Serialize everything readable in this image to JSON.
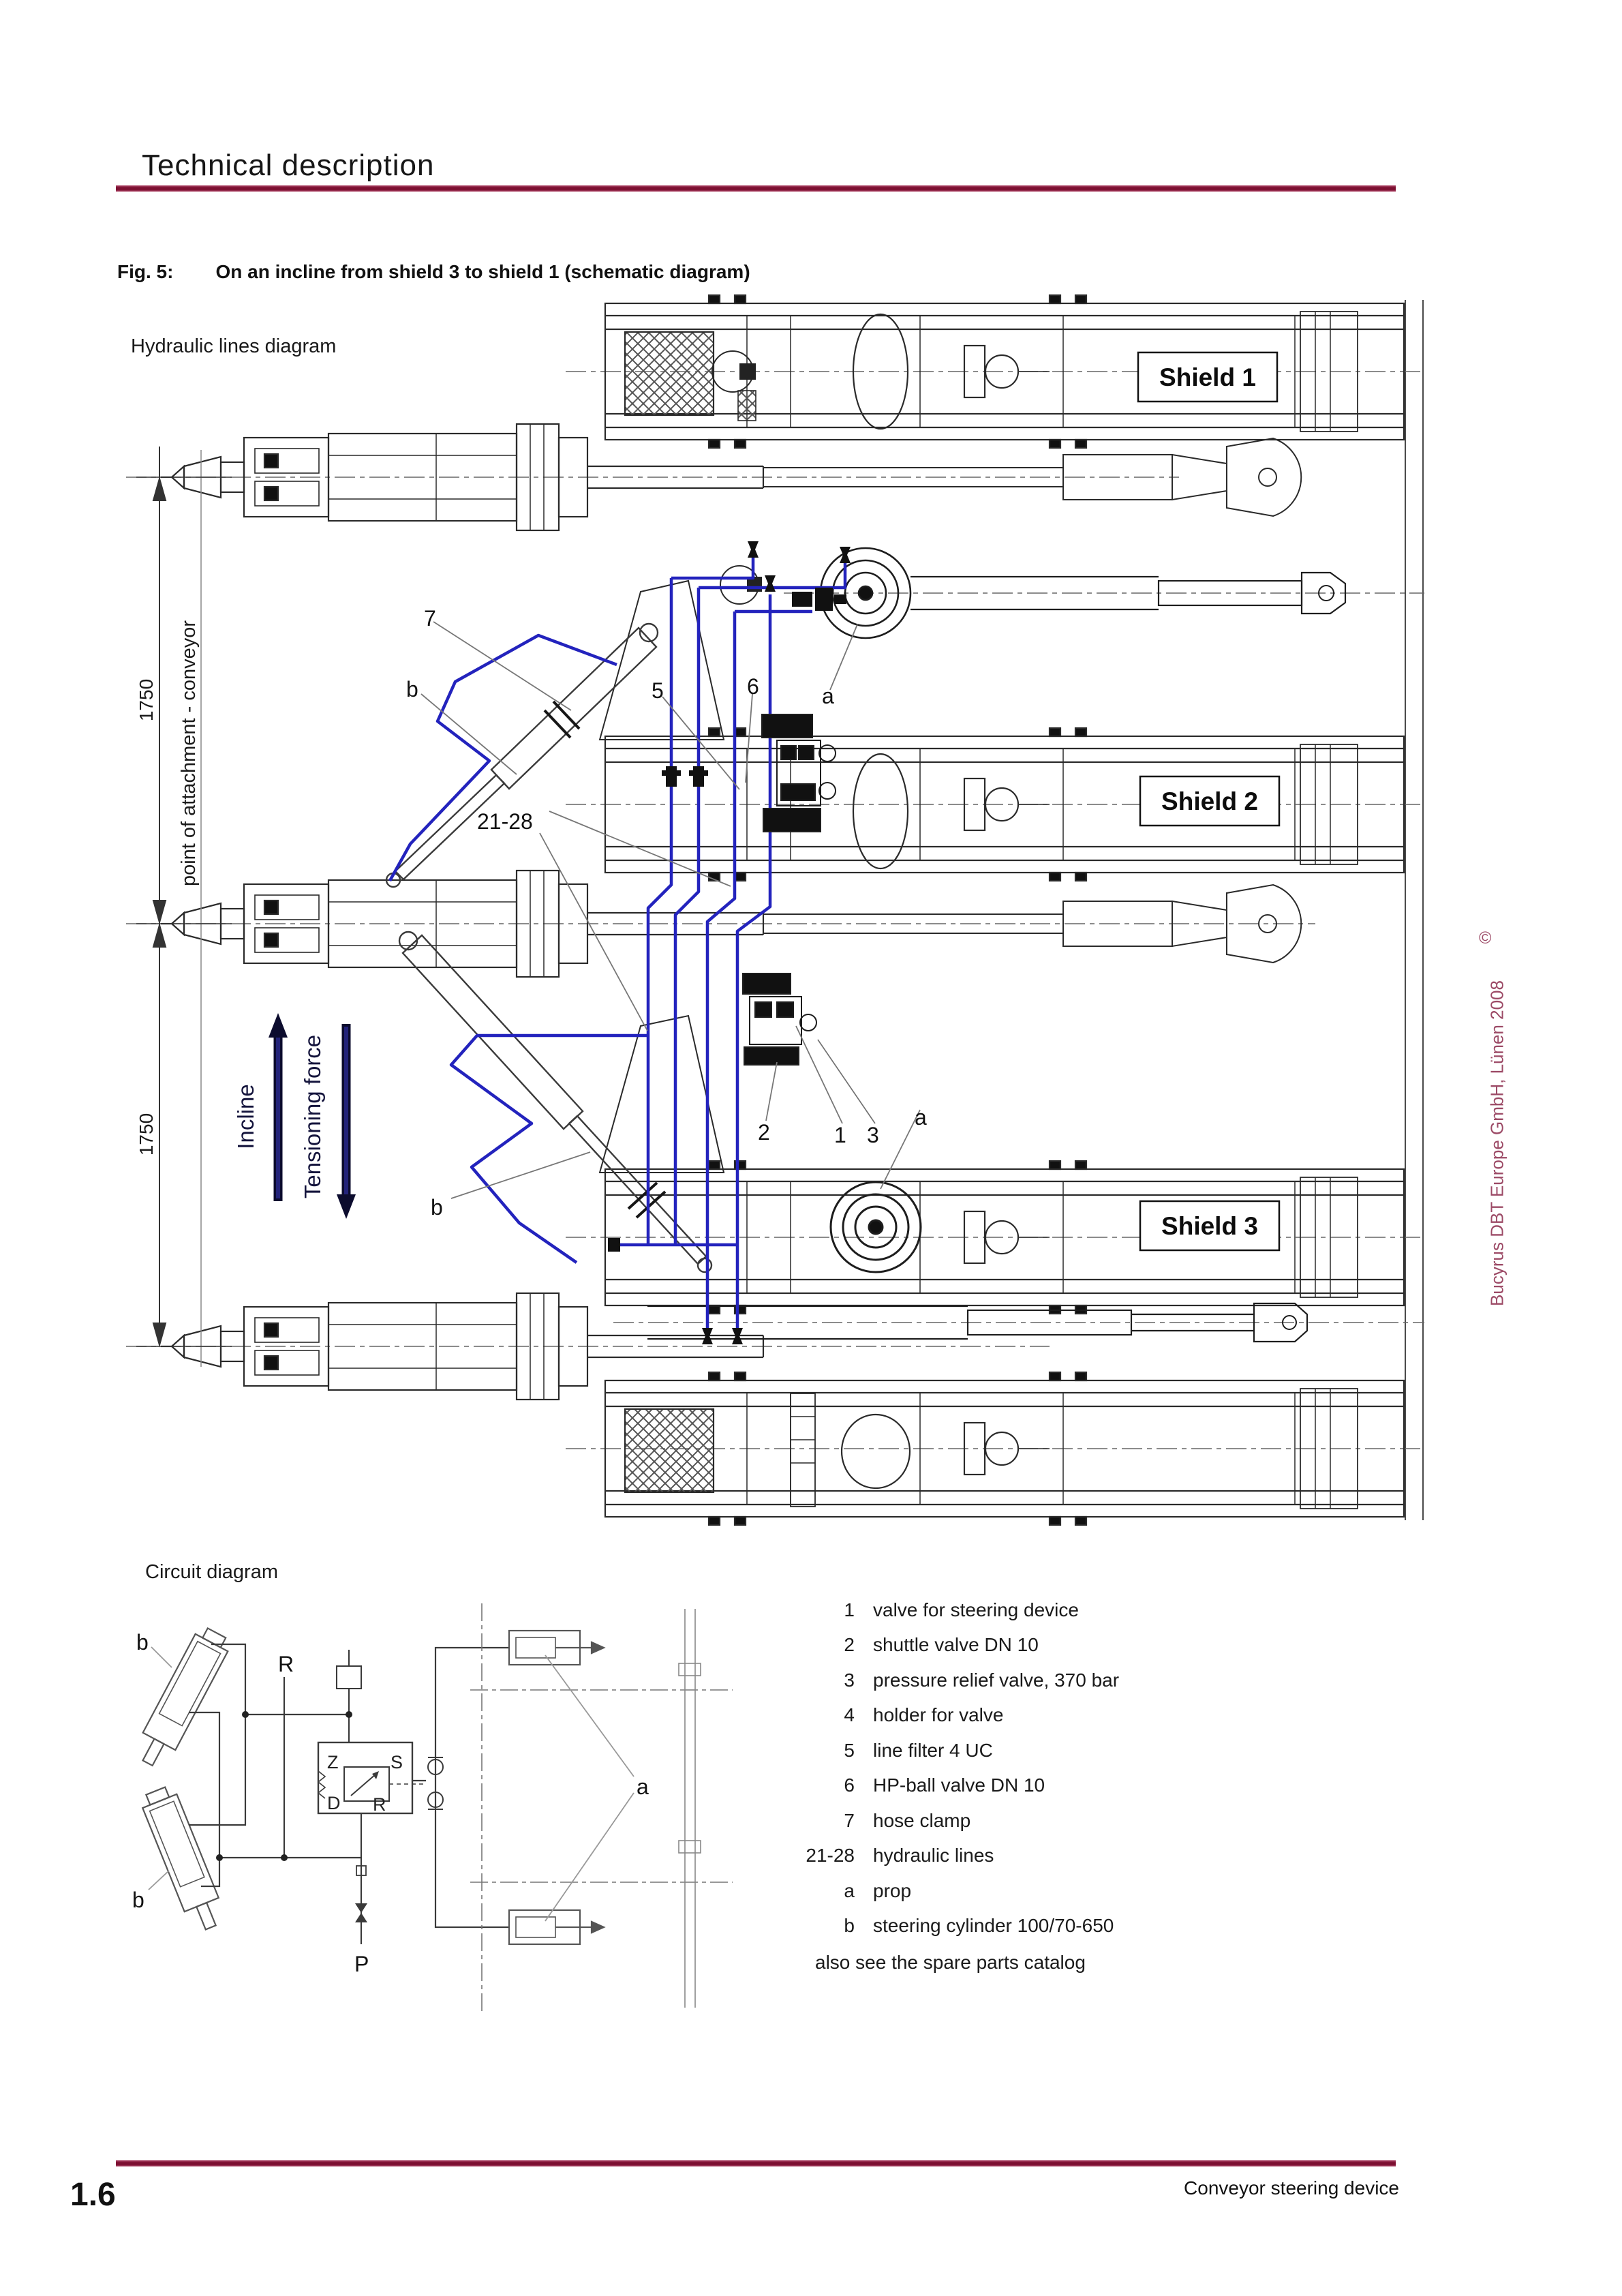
{
  "header": {
    "title": "Technical description"
  },
  "figure": {
    "label": "Fig. 5:",
    "caption": "On an incline from shield 3 to shield 1 (schematic diagram)"
  },
  "hydraulic": {
    "title": "Hydraulic lines diagram",
    "shield1": "Shield 1",
    "shield2": "Shield 2",
    "shield3": "Shield 3",
    "dim1": "1750",
    "dim2": "1750",
    "attachment_label": "point of attachment - conveyor",
    "incline": "Incline",
    "tension": "Tensioning force",
    "c7": "7",
    "cb_top": "b",
    "c5": "5",
    "c6": "6",
    "ca_top": "a",
    "c21_28": "21-28",
    "c2": "2",
    "c1": "1",
    "c3": "3",
    "ca_mid": "a",
    "cb_bottom": "b"
  },
  "circuit": {
    "title": "Circuit diagram",
    "b_top": "b",
    "b_bottom": "b",
    "r_rail": "R",
    "z": "Z",
    "s": "S",
    "d": "D",
    "r_port": "R",
    "p": "P",
    "a": "a"
  },
  "legend": {
    "items": [
      {
        "num": "1",
        "text": "valve for steering device"
      },
      {
        "num": "2",
        "text": "shuttle valve DN 10"
      },
      {
        "num": "3",
        "text": "pressure relief valve, 370 bar"
      },
      {
        "num": "4",
        "text": "holder for valve"
      },
      {
        "num": "5",
        "text": "line filter 4 UC"
      },
      {
        "num": "6",
        "text": "HP-ball valve DN 10"
      },
      {
        "num": "7",
        "text": "hose clamp"
      },
      {
        "num": "21-28",
        "text": "hydraulic lines"
      },
      {
        "num": "a",
        "text": "prop"
      },
      {
        "num": "b",
        "text": "steering cylinder 100/70-650"
      }
    ],
    "note": "also see the spare parts catalog"
  },
  "footer": {
    "page": "1.6",
    "right": "Conveyor steering device"
  },
  "sidebar": {
    "copyright": "©",
    "text": "Bucyrus DBT Europe GmbH, Lünen 2008"
  },
  "colors": {
    "accent_rule": "#7c0f31",
    "hydraulic_blue": "#2323bd",
    "arrow_navy": "#1c1c5e",
    "sidebar_pink": "#9c4a66"
  }
}
